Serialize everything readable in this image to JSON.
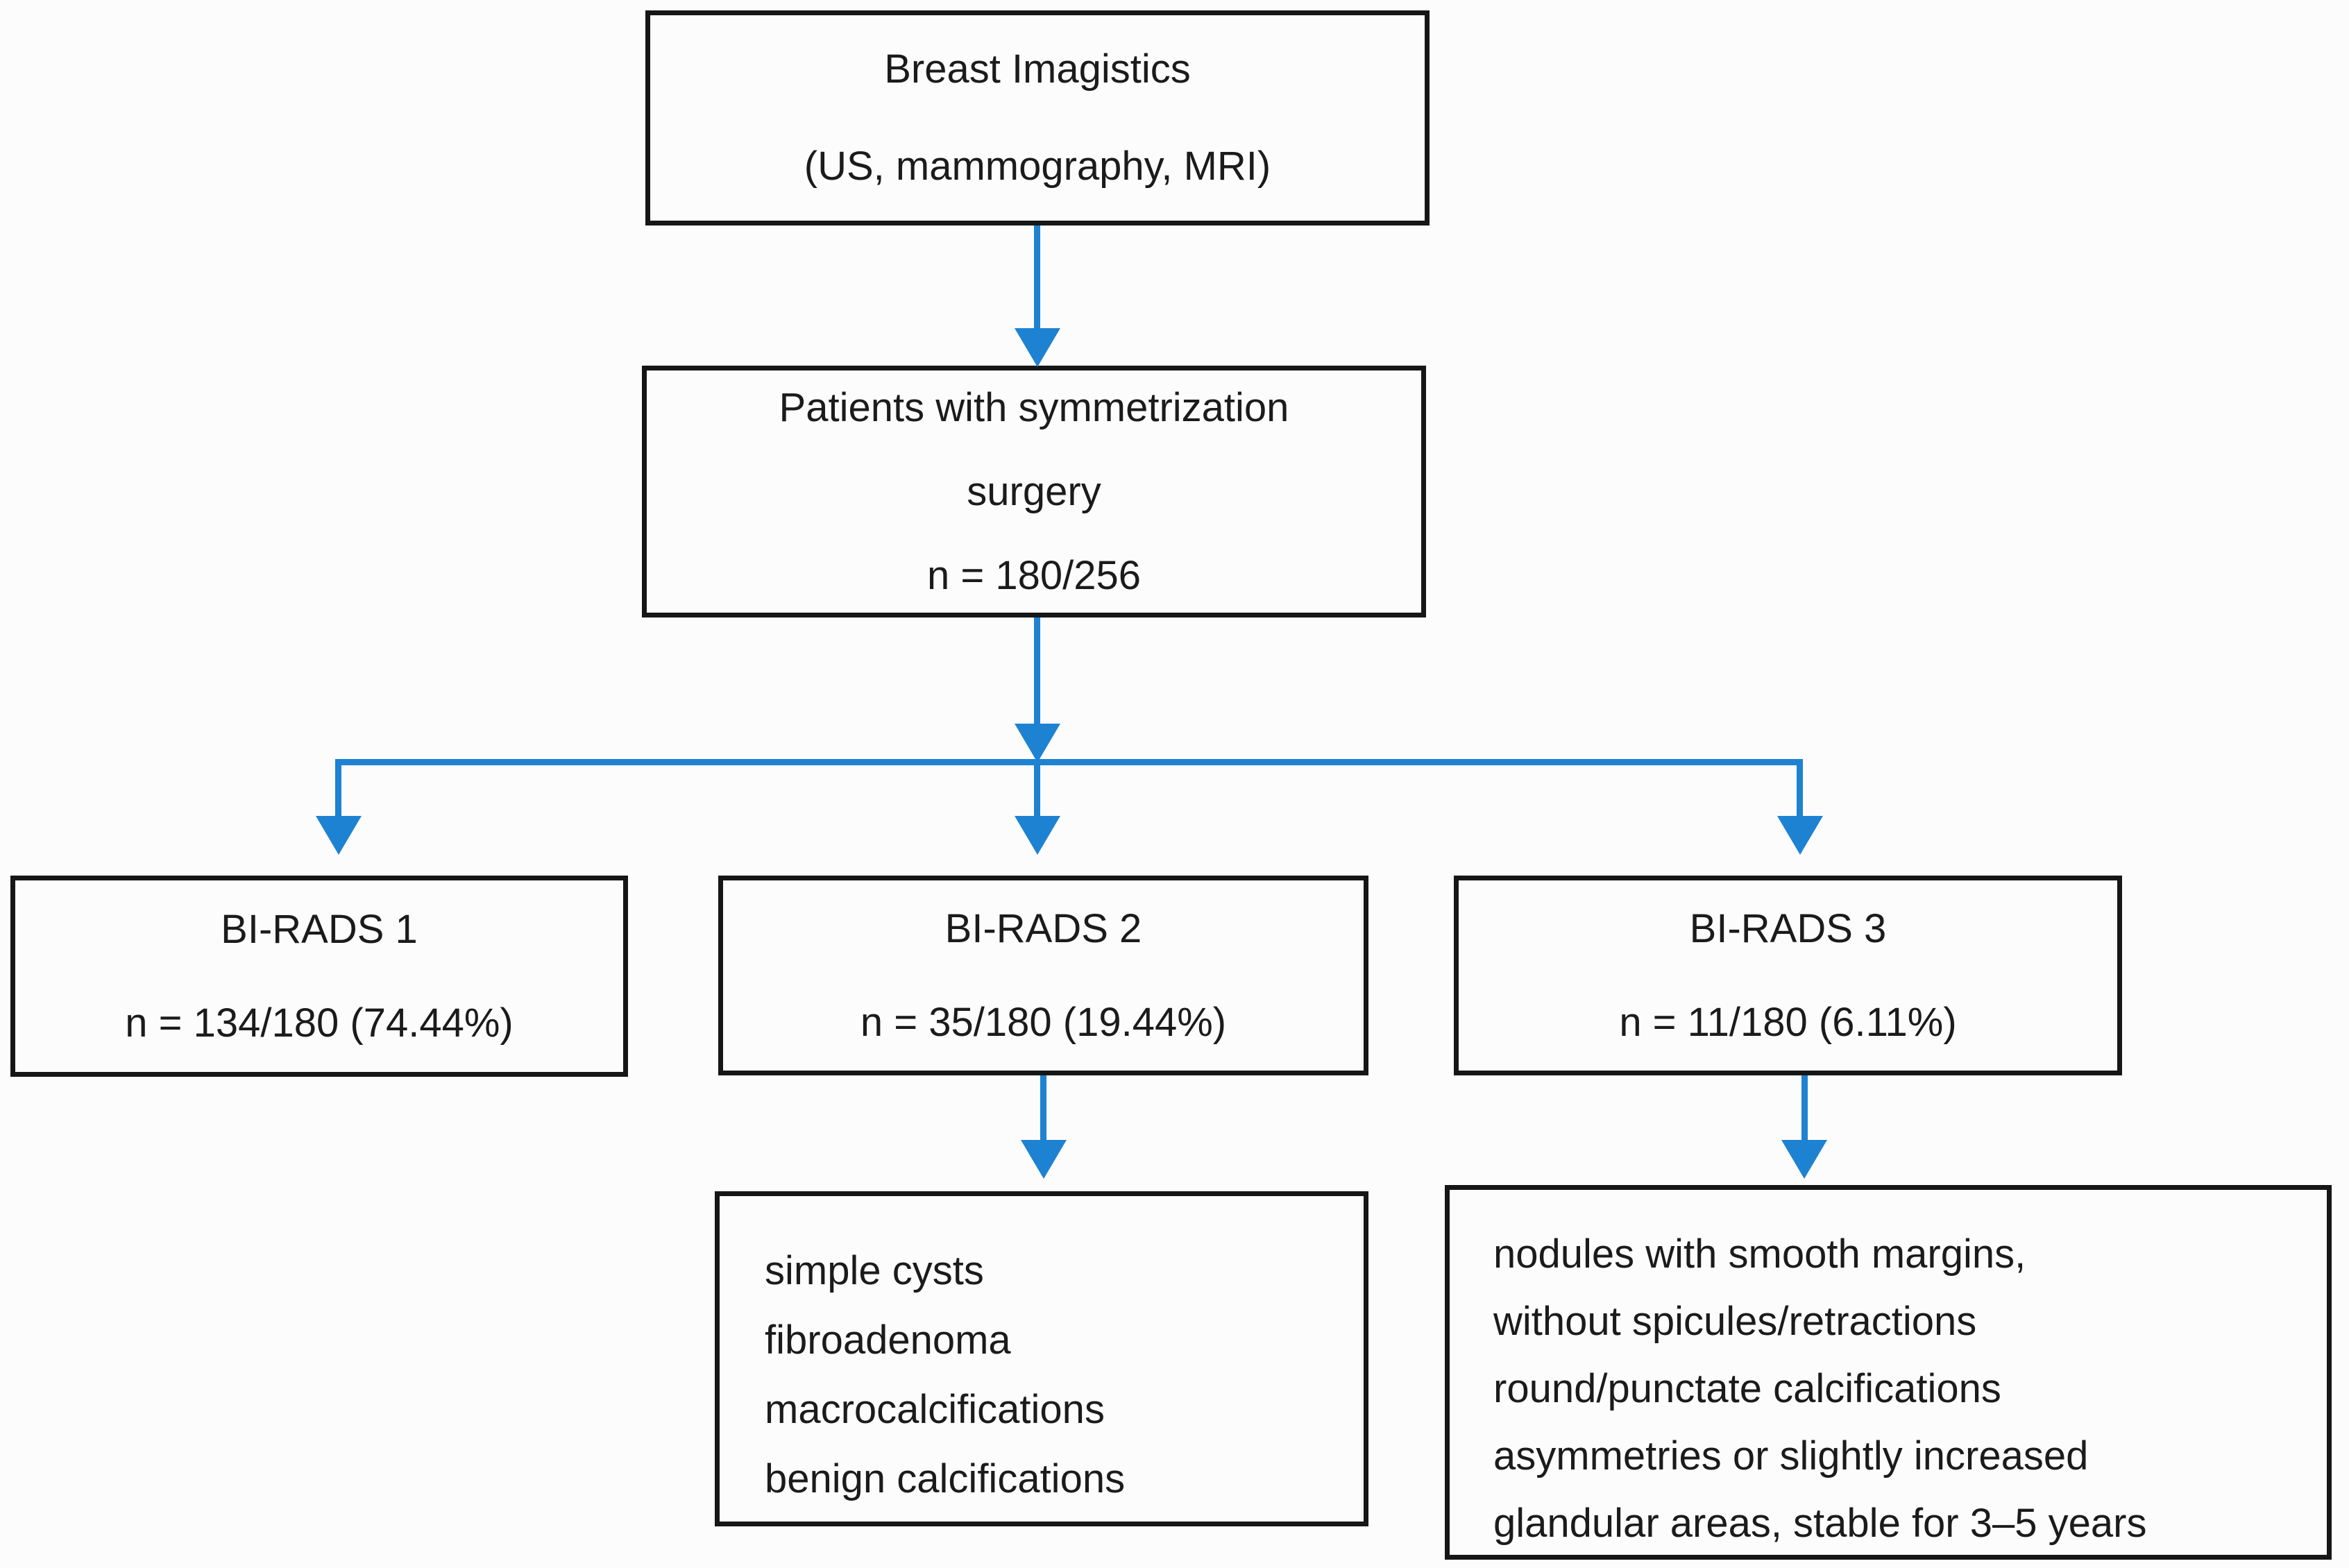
{
  "figure": {
    "type": "flowchart",
    "colors": {
      "accent_blue": "#1d82d2",
      "border": "#161616",
      "background": "#fcfcfc",
      "text": "#1b1b1b"
    }
  },
  "nodes": {
    "imaging": {
      "lines": [
        "Breast Imagistics",
        "(US, mammography, MRI)"
      ]
    },
    "patients": {
      "lines": [
        "Patients with symmetrization",
        "surgery",
        "n = 180/256"
      ]
    },
    "birads1": {
      "lines": [
        "BI-RADS 1",
        "n = 134/180 (74.44%)"
      ]
    },
    "birads2": {
      "lines": [
        "BI-RADS 2",
        "n = 35/180 (19.44%)"
      ]
    },
    "birads3": {
      "lines": [
        "BI-RADS 3",
        "n = 11/180 (6.11%)"
      ]
    },
    "birads2_findings": {
      "lines": [
        "simple cysts",
        "fibroadenoma",
        "macrocalcifications",
        "benign calcifications"
      ]
    },
    "birads3_findings": {
      "lines": [
        "nodules with smooth margins,",
        "without spicules/retractions",
        "round/punctate calcifications",
        "asymmetries or slightly increased",
        "glandular areas, stable for 3–5 years"
      ]
    }
  },
  "edges": [
    {
      "from": "imaging",
      "to": "patients"
    },
    {
      "from": "patients",
      "to": "birads1"
    },
    {
      "from": "patients",
      "to": "birads2"
    },
    {
      "from": "patients",
      "to": "birads3"
    },
    {
      "from": "birads2",
      "to": "birads2_findings"
    },
    {
      "from": "birads3",
      "to": "birads3_findings"
    }
  ]
}
